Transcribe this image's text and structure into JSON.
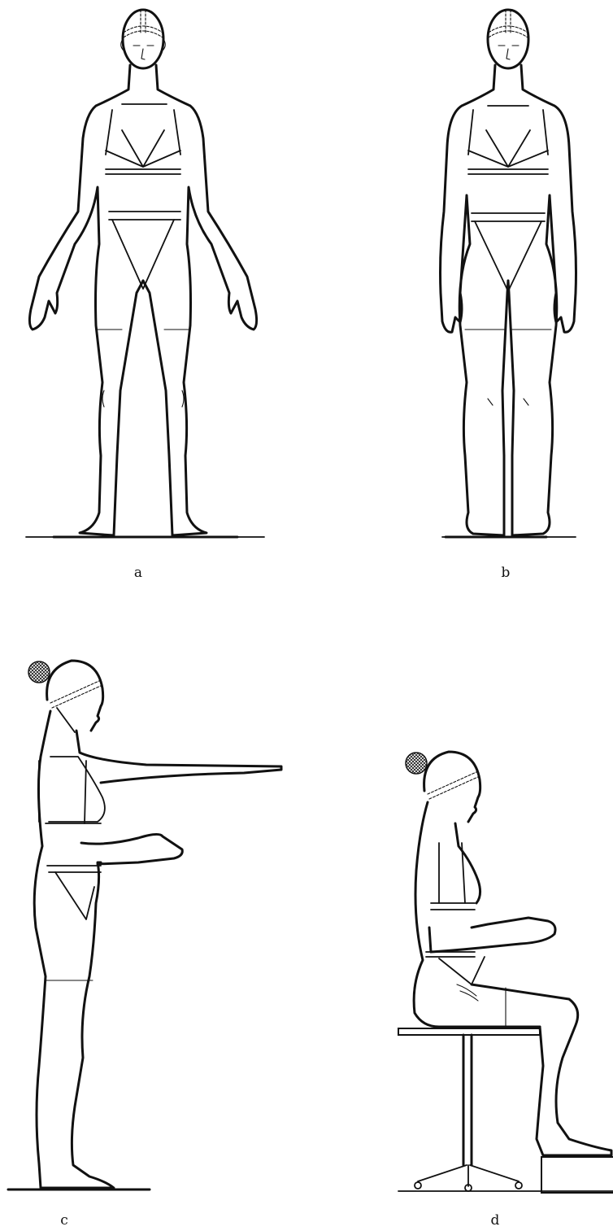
{
  "figure": {
    "panels": [
      {
        "id": "a",
        "label": "a"
      },
      {
        "id": "b",
        "label": "b"
      },
      {
        "id": "c",
        "label": "c"
      },
      {
        "id": "d",
        "label": "d"
      }
    ]
  }
}
